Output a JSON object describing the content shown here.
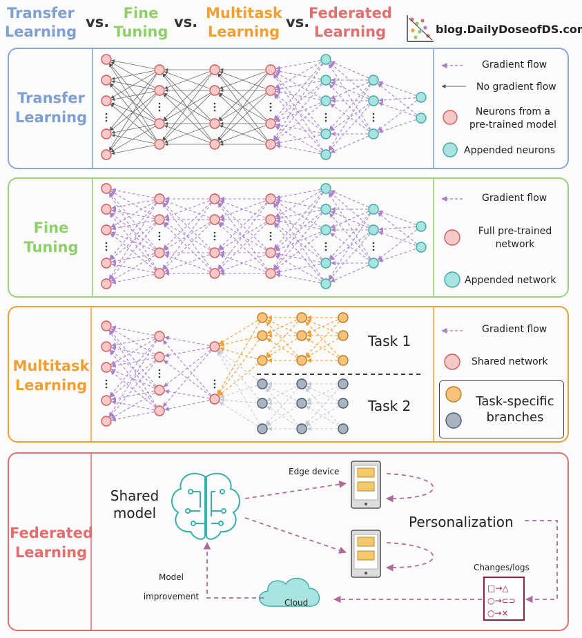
{
  "header": {
    "title1": [
      "Transfer",
      "Learning"
    ],
    "title2": [
      "Fine",
      "Tuning"
    ],
    "title3": [
      "Multitask",
      "Learning"
    ],
    "title4": [
      "Federated",
      "Learning"
    ],
    "vs": "vs.",
    "site": "blog.DailyDoseofDS.com"
  },
  "colors": {
    "transfer": "#7f9fd1",
    "fine": "#8fcf6a",
    "multitask": "#f0a030",
    "federated": "#e06f6f",
    "pretrained_neuron": "#f7c8c8",
    "appended_neuron": "#a8e3e0",
    "task_neuron": "#f7c27a",
    "task2_neuron": "#a9b4c0",
    "gradient": "#a982c9"
  },
  "transfer": {
    "title": [
      "Transfer",
      "Learning"
    ],
    "legend": {
      "gradient": "Gradient flow",
      "no_gradient": "No gradient flow",
      "pretrained": [
        "Neurons from a",
        "pre-trained model"
      ],
      "appended": "Appended neurons"
    }
  },
  "fine": {
    "title": [
      "Fine",
      "Tuning"
    ],
    "legend": {
      "gradient": "Gradient flow",
      "full": [
        "Full pre-trained",
        "network"
      ],
      "appended": "Appended network"
    }
  },
  "multitask": {
    "title": [
      "Multitask",
      "Learning"
    ],
    "task1": "Task 1",
    "task2": "Task 2",
    "legend": {
      "gradient": "Gradient flow",
      "shared": "Shared network",
      "specific": [
        "Task-specific",
        "branches"
      ]
    }
  },
  "federated": {
    "title": [
      "Federated",
      "Learning"
    ],
    "shared_model": [
      "Shared",
      "model"
    ],
    "edge_device": "Edge device",
    "personalization": "Personalization",
    "changes_logs": "Changes/logs",
    "cloud": "Cloud",
    "model_improvement": [
      "Model",
      "improvement"
    ]
  }
}
